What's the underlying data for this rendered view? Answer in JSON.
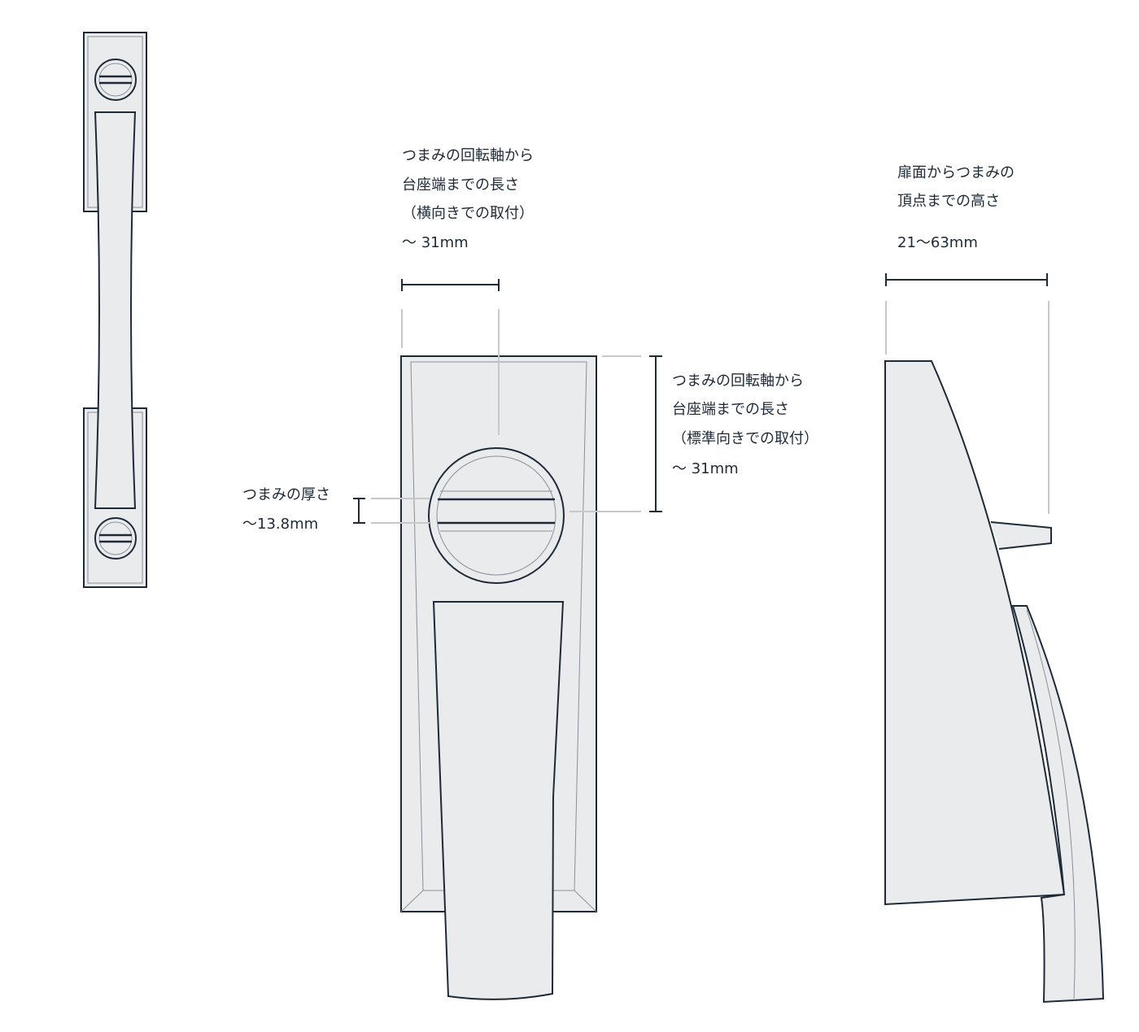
{
  "colors": {
    "fill": "#e9ebed",
    "stroke": "#1e2a38",
    "guide": "#c6c8cb"
  },
  "labels": {
    "horizontal_mount": {
      "lines": [
        "つまみの回転軸から",
        "台座端までの長さ",
        "（横向きでの取付）",
        "〜 31mm"
      ]
    },
    "standard_mount": {
      "lines": [
        "つまみの回転軸から",
        "台座端までの長さ",
        "（標準向きでの取付）",
        "〜 31mm"
      ]
    },
    "thickness": {
      "lines": [
        "つまみの厚さ",
        "〜13.8mm"
      ]
    },
    "height": {
      "lines": [
        "扉面からつまみの",
        "頂点までの高さ",
        "21〜63mm"
      ]
    }
  }
}
